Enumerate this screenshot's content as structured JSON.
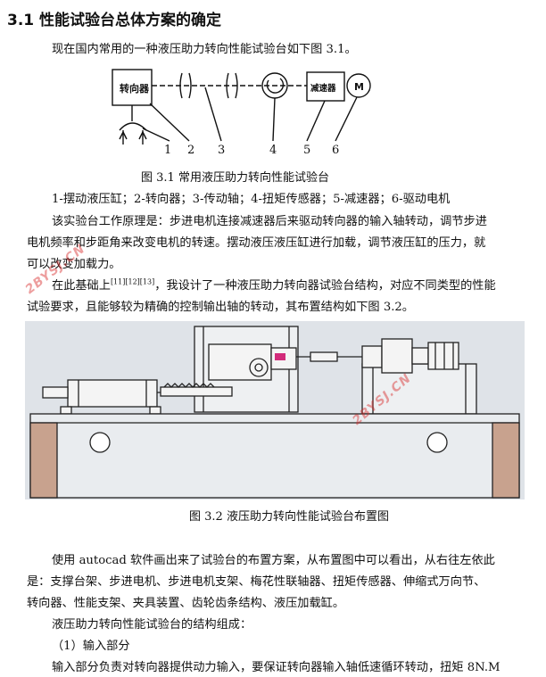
{
  "section": {
    "title": "3.1 性能试验台总体方案的确定"
  },
  "intro": "现在国内常用的一种液压助力转向性能试验台如下图 3.1。",
  "figure1": {
    "box_label": "转向器",
    "reducer_label": "减速器",
    "motor_label": "M",
    "numbers": [
      "1",
      "2",
      "3",
      "4",
      "5",
      "6"
    ],
    "caption": "图 3.1 常用液压助力转向性能试验台",
    "legend": "1-摆动液压缸；2-转向器；3-传动轴；4-扭矩传感器；5-减速器；6-驱动电机"
  },
  "principle": {
    "line1": "该实验台工作原理是：步进电机连接减速器后来驱动转向器的输入轴转动，调节步进",
    "line2": "电机频率和步距角来改变电机的转速。摆动液压液压缸进行加载，调节液压缸的压力，就",
    "line3": "可以改变加载力。"
  },
  "design": {
    "line1_prefix": "在此基础上",
    "refs": "[11][12][13]",
    "line1_suffix": "，我设计了一种液压助力转向器试验台结构，对应不同类型的性能",
    "line2": "试验要求，且能够较为精确的控制输出轴的转动，其布置结构如下图 3.2。"
  },
  "figure2": {
    "caption": "图 3.2 液压助力转向性能试验台布置图"
  },
  "layout_desc": {
    "line1": "使用 autocad 软件画出来了试验台的布置方案，从布置图中可以看出，从右往左依此",
    "line2": "是：支撑台架、步进电机、步进电机支架、梅花性联轴器、扭矩传感器、伸缩式万向节、",
    "line3": "转向器、性能支架、夹具装置、齿轮齿条结构、液压加载缸。"
  },
  "composition": "液压助力转向性能试验台的结构组成：",
  "subsection": "（1）输入部分",
  "input_desc": "输入部分负责对转向器提供动力输入，要保证转向器输入轴低速循环转动，扭矩 8N.M",
  "watermarks": [
    "2BYSJ.CN",
    "2BYSJ.CN"
  ],
  "colors": {
    "text": "#111111",
    "watermark": "#d62828",
    "figure_bg": "#dfe3e8"
  }
}
